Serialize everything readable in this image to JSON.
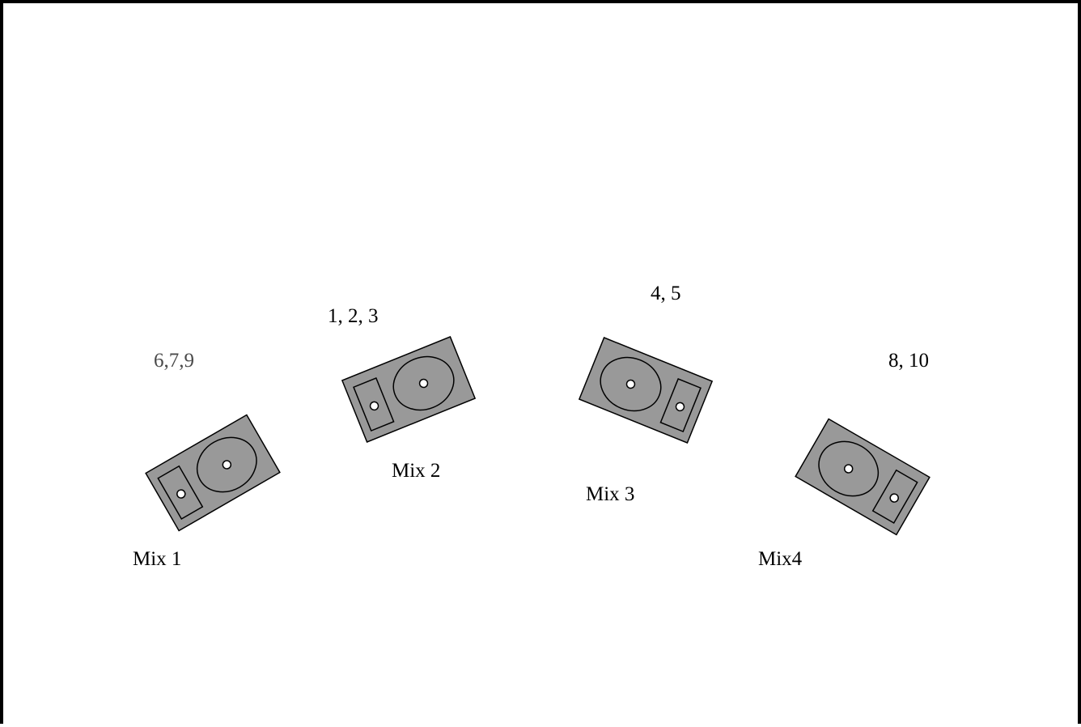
{
  "colors": {
    "border": "#000000",
    "wedge_fill": "#999999",
    "wedge_stroke": "#000000",
    "background": "#ffffff"
  },
  "monitors": [
    {
      "name": "Mix 1",
      "channels": "6,7,9",
      "icon": "monitor-wedge-icon"
    },
    {
      "name": "Mix 2",
      "channels": "1, 2, 3",
      "icon": "monitor-wedge-icon"
    },
    {
      "name": "Mix 3",
      "channels": "4, 5",
      "icon": "monitor-wedge-icon"
    },
    {
      "name": "Mix4",
      "channels": "8, 10",
      "icon": "monitor-wedge-icon"
    }
  ]
}
